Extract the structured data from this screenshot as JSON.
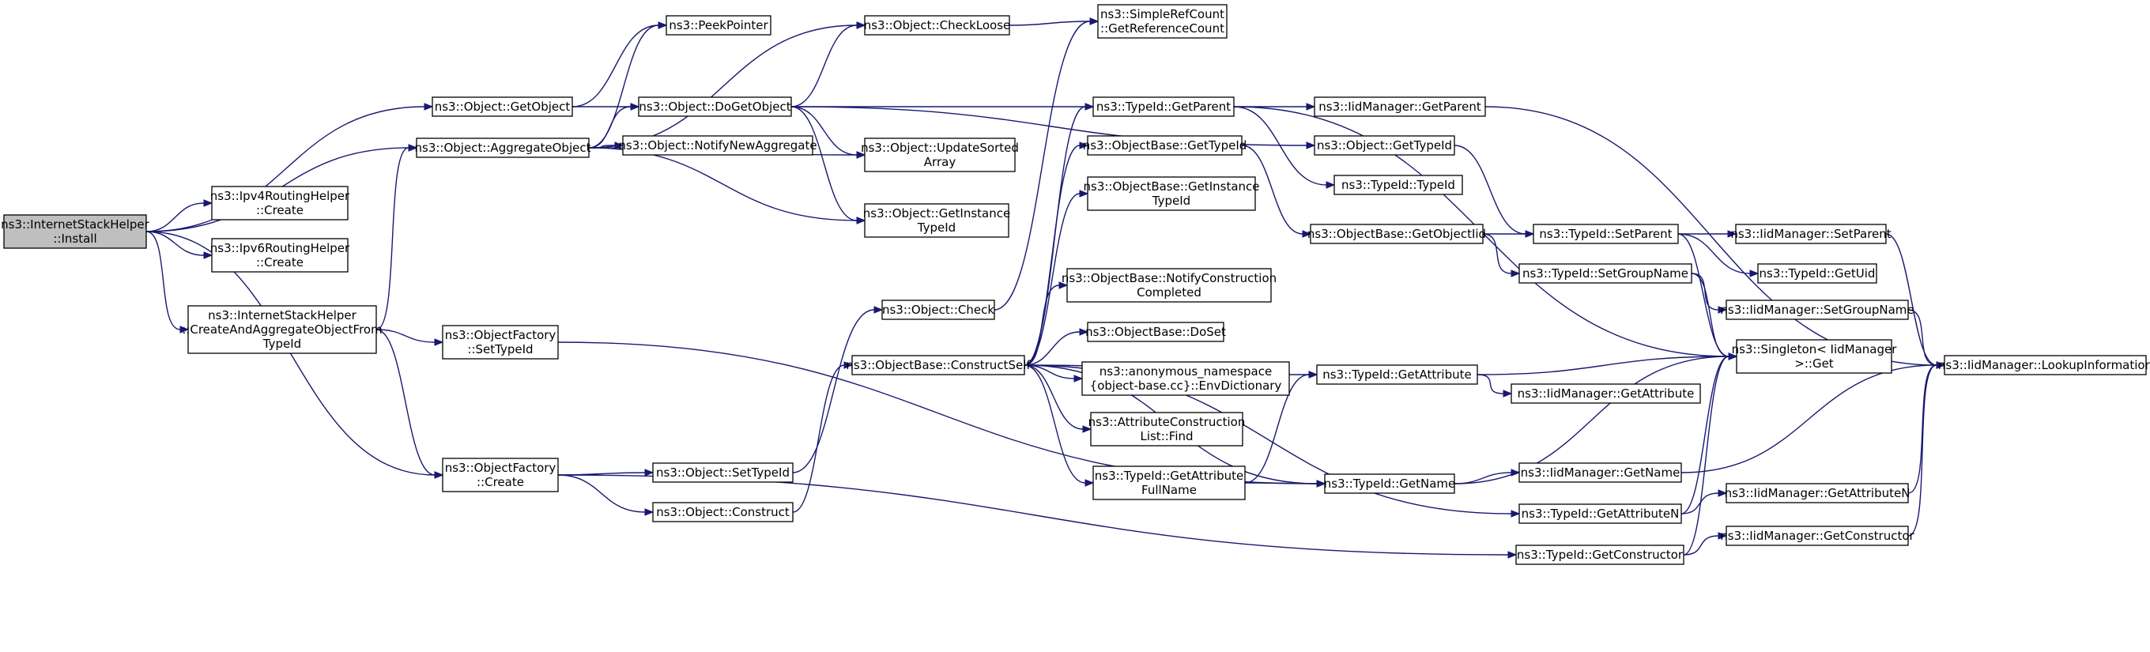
{
  "diagram": {
    "type": "call-graph",
    "edge_color": "#191970",
    "root_fill": "#bfbfbf",
    "node_fill": "#ffffff",
    "nodes": [
      {
        "id": "root",
        "lines": [
          "ns3::InternetStackHelper",
          "::Install"
        ],
        "root": true
      },
      {
        "id": "getObject",
        "lines": [
          "ns3::Object::GetObject"
        ]
      },
      {
        "id": "aggregateObject",
        "lines": [
          "ns3::Object::AggregateObject"
        ]
      },
      {
        "id": "ipv4Create",
        "lines": [
          "ns3::Ipv4RoutingHelper",
          "::Create"
        ]
      },
      {
        "id": "ipv6Create",
        "lines": [
          "ns3::Ipv6RoutingHelper",
          "::Create"
        ]
      },
      {
        "id": "createAgg",
        "lines": [
          "ns3::InternetStackHelper",
          "::CreateAndAggregateObjectFrom",
          "TypeId"
        ]
      },
      {
        "id": "ofCreate",
        "lines": [
          "ns3::ObjectFactory",
          "::Create"
        ]
      },
      {
        "id": "peekPointer",
        "lines": [
          "ns3::PeekPointer"
        ]
      },
      {
        "id": "doGetObject",
        "lines": [
          "ns3::Object::DoGetObject"
        ]
      },
      {
        "id": "notifyNewAgg",
        "lines": [
          "ns3::Object::NotifyNewAggregate"
        ]
      },
      {
        "id": "ofSetTypeId",
        "lines": [
          "ns3::ObjectFactory",
          "::SetTypeId"
        ]
      },
      {
        "id": "objSetTypeId",
        "lines": [
          "ns3::Object::SetTypeId"
        ]
      },
      {
        "id": "objConstruct",
        "lines": [
          "ns3::Object::Construct"
        ]
      },
      {
        "id": "checkLoose",
        "lines": [
          "ns3::Object::CheckLoose"
        ]
      },
      {
        "id": "updateSorted",
        "lines": [
          "ns3::Object::UpdateSorted",
          "Array"
        ]
      },
      {
        "id": "getInstTid",
        "lines": [
          "ns3::Object::GetInstance",
          "TypeId"
        ]
      },
      {
        "id": "objCheck",
        "lines": [
          "ns3::Object::Check"
        ]
      },
      {
        "id": "constructSelf",
        "lines": [
          "ns3::ObjectBase::ConstructSelf"
        ]
      },
      {
        "id": "getRefCount",
        "lines": [
          "ns3::SimpleRefCount",
          "::GetReferenceCount"
        ]
      },
      {
        "id": "tidGetParent",
        "lines": [
          "ns3::TypeId::GetParent"
        ]
      },
      {
        "id": "obGetTypeId",
        "lines": [
          "ns3::ObjectBase::GetTypeId"
        ]
      },
      {
        "id": "obGetInstTid",
        "lines": [
          "ns3::ObjectBase::GetInstance",
          "TypeId"
        ]
      },
      {
        "id": "obNotify",
        "lines": [
          "ns3::ObjectBase::NotifyConstruction",
          "Completed"
        ]
      },
      {
        "id": "obDoSet",
        "lines": [
          "ns3::ObjectBase::DoSet"
        ]
      },
      {
        "id": "envDict",
        "lines": [
          "ns3::anonymous_namespace",
          "{object-base.cc}::EnvDictionary"
        ]
      },
      {
        "id": "acFind",
        "lines": [
          "ns3::AttributeConstruction",
          "List::Find"
        ]
      },
      {
        "id": "tidGetAttrFull",
        "lines": [
          "ns3::TypeId::GetAttribute",
          "FullName"
        ]
      },
      {
        "id": "iidGetParent",
        "lines": [
          "ns3::IidManager::GetParent"
        ]
      },
      {
        "id": "objGetTypeId",
        "lines": [
          "ns3::Object::GetTypeId"
        ]
      },
      {
        "id": "tidTypeId",
        "lines": [
          "ns3::TypeId::TypeId"
        ]
      },
      {
        "id": "obGetObjectIid",
        "lines": [
          "ns3::ObjectBase::GetObjectIid"
        ]
      },
      {
        "id": "tidGetAttr",
        "lines": [
          "ns3::TypeId::GetAttribute"
        ]
      },
      {
        "id": "tidGetName",
        "lines": [
          "ns3::TypeId::GetName"
        ]
      },
      {
        "id": "tidSetParent",
        "lines": [
          "ns3::TypeId::SetParent"
        ]
      },
      {
        "id": "tidSetGroupName",
        "lines": [
          "ns3::TypeId::SetGroupName"
        ]
      },
      {
        "id": "iidGetAttr",
        "lines": [
          "ns3::IidManager::GetAttribute"
        ]
      },
      {
        "id": "iidGetName",
        "lines": [
          "ns3::IidManager::GetName"
        ]
      },
      {
        "id": "tidGetAttrN",
        "lines": [
          "ns3::TypeId::GetAttributeN"
        ]
      },
      {
        "id": "tidGetCtor",
        "lines": [
          "ns3::TypeId::GetConstructor"
        ]
      },
      {
        "id": "iidSetParent",
        "lines": [
          "ns3::IidManager::SetParent"
        ]
      },
      {
        "id": "tidGetUid",
        "lines": [
          "ns3::TypeId::GetUid"
        ]
      },
      {
        "id": "iidSetGroupName",
        "lines": [
          "ns3::IidManager::SetGroupName"
        ]
      },
      {
        "id": "singletonGet",
        "lines": [
          "ns3::Singleton< IidManager",
          " >::Get"
        ]
      },
      {
        "id": "iidGetAttrN",
        "lines": [
          "ns3::IidManager::GetAttributeN"
        ]
      },
      {
        "id": "iidGetCtor",
        "lines": [
          "ns3::IidManager::GetConstructor"
        ]
      },
      {
        "id": "iidLookup",
        "lines": [
          "ns3::IidManager::LookupInformation"
        ]
      }
    ],
    "edges": [
      [
        "root",
        "getObject"
      ],
      [
        "root",
        "aggregateObject"
      ],
      [
        "root",
        "ipv4Create"
      ],
      [
        "root",
        "ipv6Create"
      ],
      [
        "root",
        "createAgg"
      ],
      [
        "root",
        "ofCreate"
      ],
      [
        "getObject",
        "peekPointer"
      ],
      [
        "getObject",
        "doGetObject"
      ],
      [
        "aggregateObject",
        "peekPointer"
      ],
      [
        "aggregateObject",
        "checkLoose"
      ],
      [
        "aggregateObject",
        "doGetObject"
      ],
      [
        "aggregateObject",
        "notifyNewAgg"
      ],
      [
        "aggregateObject",
        "updateSorted"
      ],
      [
        "aggregateObject",
        "getInstTid"
      ],
      [
        "createAgg",
        "aggregateObject"
      ],
      [
        "createAgg",
        "ofSetTypeId"
      ],
      [
        "createAgg",
        "ofCreate"
      ],
      [
        "ofCreate",
        "objSetTypeId"
      ],
      [
        "ofCreate",
        "objConstruct"
      ],
      [
        "ofCreate",
        "tidGetCtor"
      ],
      [
        "ofSetTypeId",
        "tidGetName"
      ],
      [
        "doGetObject",
        "checkLoose"
      ],
      [
        "doGetObject",
        "tidGetParent"
      ],
      [
        "doGetObject",
        "updateSorted"
      ],
      [
        "doGetObject",
        "getInstTid"
      ],
      [
        "doGetObject",
        "objGetTypeId"
      ],
      [
        "checkLoose",
        "getRefCount"
      ],
      [
        "objSetTypeId",
        "objCheck"
      ],
      [
        "objCheck",
        "getRefCount"
      ],
      [
        "objConstruct",
        "constructSelf"
      ],
      [
        "constructSelf",
        "tidGetParent"
      ],
      [
        "constructSelf",
        "obGetTypeId"
      ],
      [
        "constructSelf",
        "obGetInstTid"
      ],
      [
        "constructSelf",
        "obNotify"
      ],
      [
        "constructSelf",
        "obDoSet"
      ],
      [
        "constructSelf",
        "envDict"
      ],
      [
        "constructSelf",
        "acFind"
      ],
      [
        "constructSelf",
        "tidGetAttrFull"
      ],
      [
        "constructSelf",
        "tidGetAttr"
      ],
      [
        "constructSelf",
        "tidGetName"
      ],
      [
        "constructSelf",
        "tidGetAttrN"
      ],
      [
        "tidGetParent",
        "iidGetParent"
      ],
      [
        "tidGetParent",
        "tidTypeId"
      ],
      [
        "tidGetParent",
        "singletonGet"
      ],
      [
        "obGetTypeId",
        "obGetObjectIid"
      ],
      [
        "tidGetAttrFull",
        "tidGetAttr"
      ],
      [
        "tidGetAttrFull",
        "tidGetName"
      ],
      [
        "iidGetParent",
        "iidLookup"
      ],
      [
        "objGetTypeId",
        "tidSetParent"
      ],
      [
        "obGetObjectIid",
        "tidSetParent"
      ],
      [
        "obGetObjectIid",
        "tidSetGroupName"
      ],
      [
        "tidGetAttr",
        "singletonGet"
      ],
      [
        "tidGetAttr",
        "iidGetAttr"
      ],
      [
        "tidGetName",
        "singletonGet"
      ],
      [
        "tidGetName",
        "iidGetName"
      ],
      [
        "tidSetParent",
        "iidSetParent"
      ],
      [
        "tidSetParent",
        "tidGetUid"
      ],
      [
        "tidSetParent",
        "singletonGet"
      ],
      [
        "tidSetGroupName",
        "iidSetGroupName"
      ],
      [
        "tidSetGroupName",
        "singletonGet"
      ],
      [
        "tidGetAttrN",
        "singletonGet"
      ],
      [
        "tidGetAttrN",
        "iidGetAttrN"
      ],
      [
        "tidGetCtor",
        "singletonGet"
      ],
      [
        "tidGetCtor",
        "iidGetCtor"
      ],
      [
        "iidSetParent",
        "iidLookup"
      ],
      [
        "iidSetGroupName",
        "iidLookup"
      ],
      [
        "iidGetName",
        "iidLookup"
      ],
      [
        "iidGetAttrN",
        "iidLookup"
      ],
      [
        "iidGetCtor",
        "iidLookup"
      ]
    ]
  }
}
